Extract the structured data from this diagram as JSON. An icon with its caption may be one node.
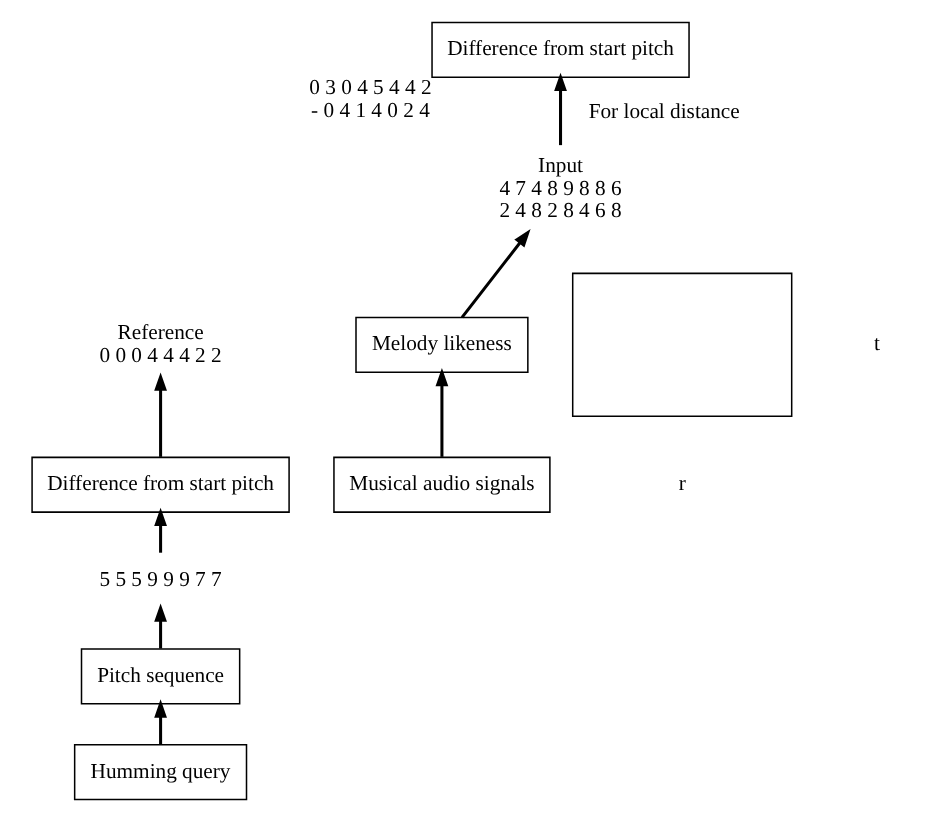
{
  "diagram": {
    "nodes": [
      {
        "text": [
          "Humming query"
        ]
      },
      {
        "text": [
          "Pitch sequence"
        ]
      },
      {
        "text": [
          "5 5 5 9 9 9 7 7"
        ]
      },
      {
        "text": [
          "Difference from start pitch"
        ]
      },
      {
        "text": [
          "Reference",
          "0 0 0 4 4 4 2 2"
        ]
      },
      {
        "text": [],
        "shape": "box"
      },
      {
        "text": [
          "Musical audio signals"
        ]
      },
      {
        "text": [
          "Melody likeness"
        ]
      },
      {
        "text": [
          "Input",
          "4 7 4 8 9 8 8 6",
          "2 4 8 2 8 4 6 8"
        ]
      },
      {
        "text": [
          "Difference from start pitch"
        ],
        "beside": [
          "0 3 0 4 5 4 4 2",
          "- 0 4 1 4 0 2 4"
        ]
      }
    ],
    "edges": [
      {
        "from": 0,
        "to": 1,
        "arrow": "to"
      },
      {
        "from": 1,
        "to": 2,
        "arrow": "to"
      },
      {
        "from": 2,
        "to": 3,
        "arrow": "to"
      },
      {
        "from": 3,
        "to": 4,
        "arrow": "to"
      },
      {
        "from": 6,
        "to": 7,
        "arrow": "to"
      },
      {
        "from": 7,
        "to": 8,
        "arrow": "to"
      },
      {
        "from": 8,
        "to": 9,
        "arrow": "to",
        "label": "For local distance"
      }
    ],
    "labels": [
      "t",
      "r"
    ]
  }
}
